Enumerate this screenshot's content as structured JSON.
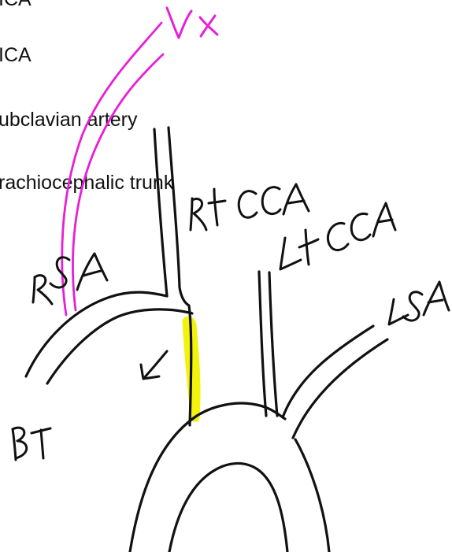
{
  "legend": {
    "line1": "ICA",
    "line2": "ICA",
    "line3": "ubclavian artery",
    "line4": "rachiocephalic trunk"
  },
  "labels": {
    "vx": "Vx",
    "rt_cca": "Rt CCA",
    "lt_cca": "Lt CCA",
    "rsa": "RSA",
    "lsa": "LSA",
    "bt": "BT"
  },
  "colors": {
    "ink": "#111111",
    "vertebral": "#e81fd6",
    "highlight": "#f2f20d"
  },
  "icons": {
    "arrow": "arrow-down-left-icon"
  }
}
